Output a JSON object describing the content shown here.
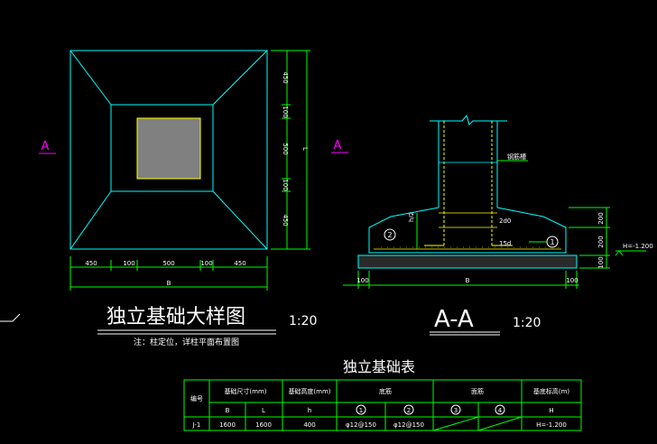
{
  "plan": {
    "section_mark": "A",
    "dims_bottom": [
      "450",
      "100",
      "500",
      "100",
      "450"
    ],
    "dim_total_bottom": "B",
    "dims_right": [
      "450",
      "100",
      "500",
      "100",
      "450"
    ],
    "dim_total_right": "L"
  },
  "section": {
    "section_mark": "A",
    "top_label": "钢筋槽",
    "callout_1": "1",
    "callout_2": "2",
    "dim_hook": "2d0",
    "dim_anchor": "15d",
    "dim_h_left": "h/2",
    "dims_right": [
      "200",
      "200",
      "100"
    ],
    "elev_mark": "H=-1.200",
    "dims_bottom": [
      "100",
      "B",
      "100"
    ]
  },
  "titles": {
    "plan_title": "独立基础大样图",
    "plan_scale": "1:20",
    "plan_note": "注：柱定位，详柱平面布置图",
    "section_title": "A-A",
    "section_scale": "1:20",
    "table_title": "独立基础表"
  },
  "table": {
    "col_number": "编号",
    "col_size": "基础尺寸(mm)",
    "col_height": "基础高度(mm)",
    "col_bottom_rebar": "底筋",
    "col_top_rebar": "面筋",
    "col_elevation": "基底标高(m)",
    "sub_b": "B",
    "sub_l": "L",
    "sub_h": "h",
    "sub_c1": "1",
    "sub_c2": "2",
    "sub_c3": "3",
    "sub_c4": "4",
    "sub_H": "H",
    "row_id": "J-1",
    "row_b": "1600",
    "row_l": "1600",
    "row_h": "400",
    "row_r1": "φ12@150",
    "row_r2": "φ12@150",
    "row_r3": "",
    "row_r4": "",
    "row_elev": "H=-1.200"
  },
  "colors": {
    "outline": "#00ffff",
    "dimension": "#00ff00",
    "title": "#ffffff",
    "column": "#808080",
    "column_edge": "#ffff00",
    "section_mark": "#ff00ff",
    "rebar": "#ffff00"
  }
}
